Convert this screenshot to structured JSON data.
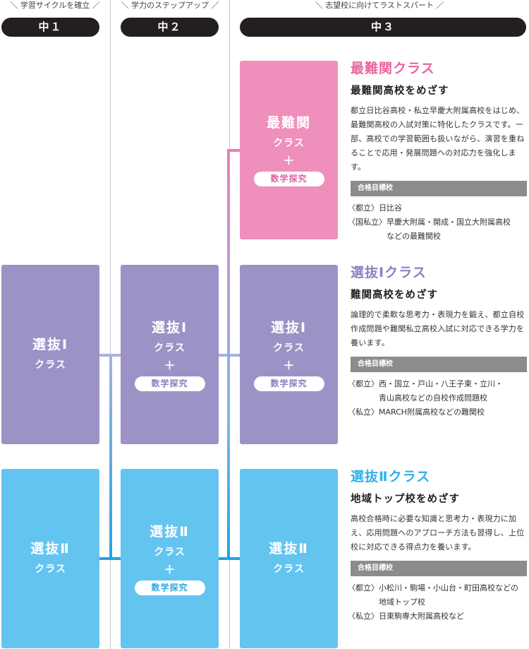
{
  "headers": [
    {
      "tagline": "＼ 学習サイクルを確立 ／",
      "grade": "中１"
    },
    {
      "tagline": "＼ 学力のステップアップ ／",
      "grade": "中２"
    },
    {
      "tagline": "＼ 志望校に向けてラストスパート ／",
      "grade": "中３"
    }
  ],
  "boxes": {
    "g3_top": {
      "name": "最難関",
      "sub": "クラス",
      "plus": "＋",
      "pill": "数学探究"
    },
    "g1_mid": {
      "name": "選抜Ⅰ",
      "sub": "クラス"
    },
    "g2_mid": {
      "name": "選抜Ⅰ",
      "sub": "クラス",
      "plus": "＋",
      "pill": "数学探究"
    },
    "g3_mid": {
      "name": "選抜Ⅰ",
      "sub": "クラス",
      "plus": "＋",
      "pill": "数学探究"
    },
    "g1_bot": {
      "name": "選抜Ⅱ",
      "sub": "クラス"
    },
    "g2_bot": {
      "name": "選抜Ⅱ",
      "sub": "クラス",
      "plus": "＋",
      "pill": "数学探究"
    },
    "g3_bot": {
      "name": "選抜Ⅱ",
      "sub": "クラス"
    }
  },
  "descriptions": [
    {
      "title": "最難関クラス",
      "goal": "最難関高校をめざす",
      "body": "都立日比谷高校・私立早慶大附属高校をはじめ、最難関高校の入試対策に特化したクラスです。一部、高校での学習範囲も扱いながら、演習を重ねることで応用・発展問題への対応力を強化します。",
      "target_label": "合格目標校",
      "schools": [
        {
          "type": "〈都立〉",
          "names": "日比谷"
        },
        {
          "type": "〈国私立〉",
          "names": "早慶大附属・開成・国立大附属高校\nなどの最難関校"
        }
      ]
    },
    {
      "title": "選抜Ⅰクラス",
      "goal": "難関高校をめざす",
      "body": "論理的で柔軟な思考力・表現力を鍛え、都立自校作成問題や難関私立高校入試に対応できる学力を養います。",
      "target_label": "合格目標校",
      "schools": [
        {
          "type": "〈都立〉",
          "names": "西・国立・戸山・八王子東・立川・\n青山高校などの自校作成問題校"
        },
        {
          "type": "〈私立〉",
          "names": "MARCH附属高校などの難関校"
        }
      ]
    },
    {
      "title": "選抜Ⅱクラス",
      "goal": "地域トップ校をめざす",
      "body": "高校合格時に必要な知識と思考力・表現力に加え、応用問題へのアプローチ方法も習得し、上位校に対応できる得点力を養います。",
      "target_label": "合格目標校",
      "schools": [
        {
          "type": "〈都立〉",
          "names": "小松川・駒場・小山台・町田高校などの\n地域トップ校"
        },
        {
          "type": "〈私立〉",
          "names": "日東駒専大附属高校など"
        }
      ]
    }
  ],
  "colors": {
    "pink": "#ef8fbb",
    "purple": "#9d92c6",
    "blue": "#64c4f0",
    "header": "#231f20",
    "target_bar": "#8c8c8c"
  }
}
